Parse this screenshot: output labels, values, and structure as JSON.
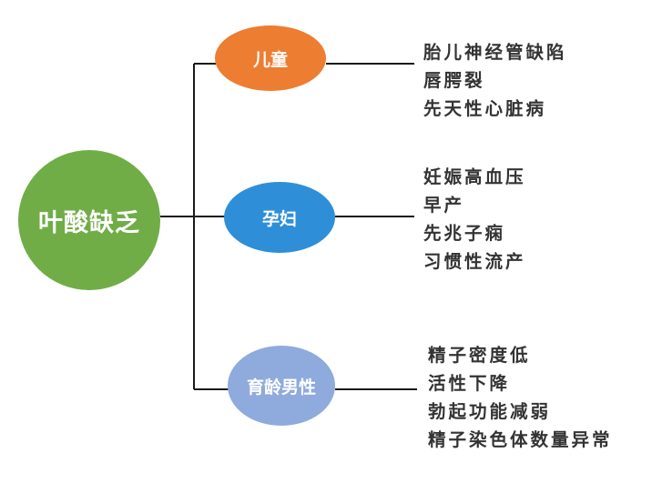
{
  "root": {
    "label": "叶酸缺乏",
    "color": "#70ad47"
  },
  "branches": [
    {
      "label": "儿童",
      "color": "#ed7d31",
      "items": [
        "胎儿神经管缺陷",
        "唇腭裂",
        "先天性心脏病"
      ]
    },
    {
      "label": "孕妇",
      "color": "#2e8fd8",
      "items": [
        "妊娠高血压",
        "早产",
        "先兆子痫",
        "习惯性流产"
      ]
    },
    {
      "label": "育龄男性",
      "color": "#8faadc",
      "items": [
        "精子密度低",
        "活性下降",
        "勃起功能减弱",
        "精子染色体数量异常"
      ]
    }
  ],
  "line_color": "#1a1a1a"
}
